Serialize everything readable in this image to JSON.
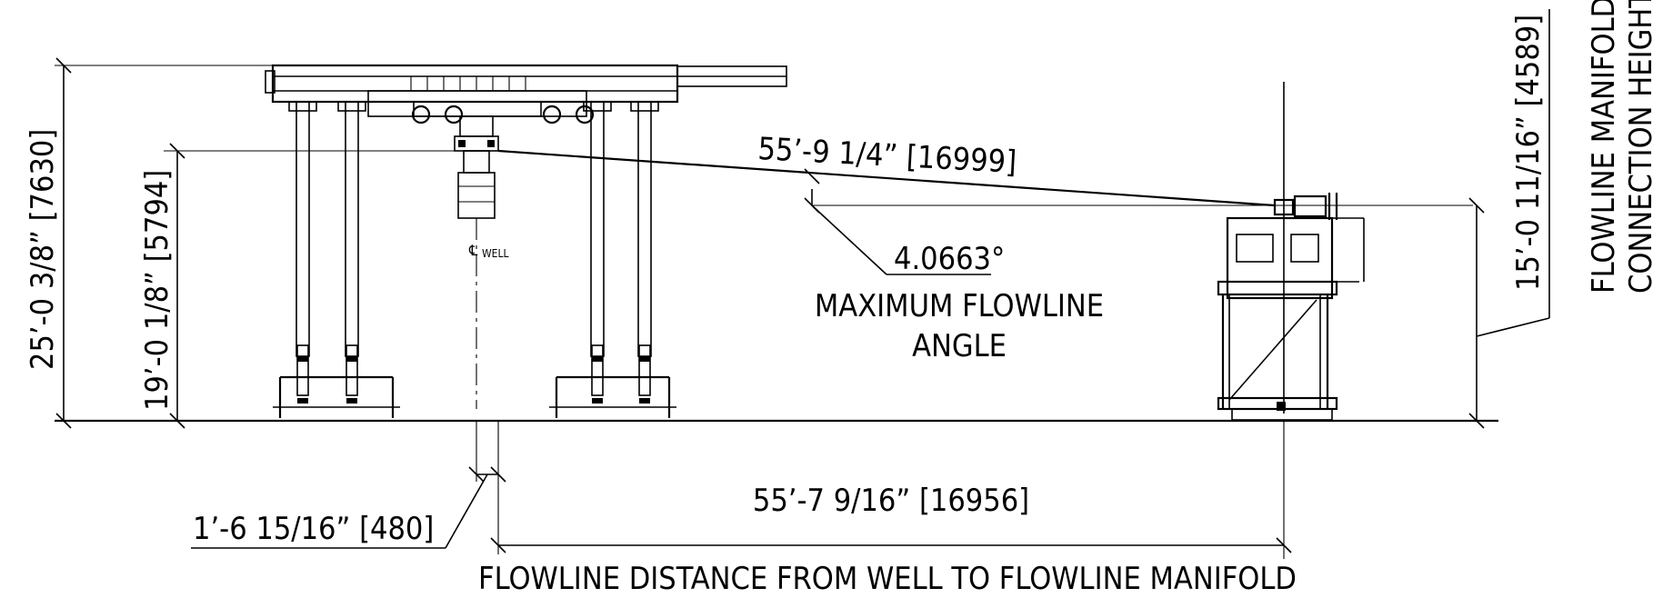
{
  "drawing": {
    "dimensions": {
      "overall_height": "25’-0 3/8” [7630]",
      "well_connection_height": "19’-0 1/8” [5794]",
      "flowline_length": "55’-9 1/4” [16999]",
      "manifold_connection_height": "15’-0 11/16” [4589]",
      "well_offset": "1’-6 15/16” [480]",
      "horizontal_distance": "55’-7 9/16” [16956]"
    },
    "angle": {
      "value": "4.0663°",
      "caption_line1": "MAXIMUM FLOWLINE",
      "caption_line2": "ANGLE"
    },
    "labels": {
      "well_symbol": "WELL",
      "distance_caption": "FLOWLINE DISTANCE FROM WELL TO FLOWLINE MANIFOLD",
      "manifold_caption_line1": "FLOWLINE MANIFOLD",
      "manifold_caption_line2": "CONNECTION HEIGHT"
    }
  }
}
